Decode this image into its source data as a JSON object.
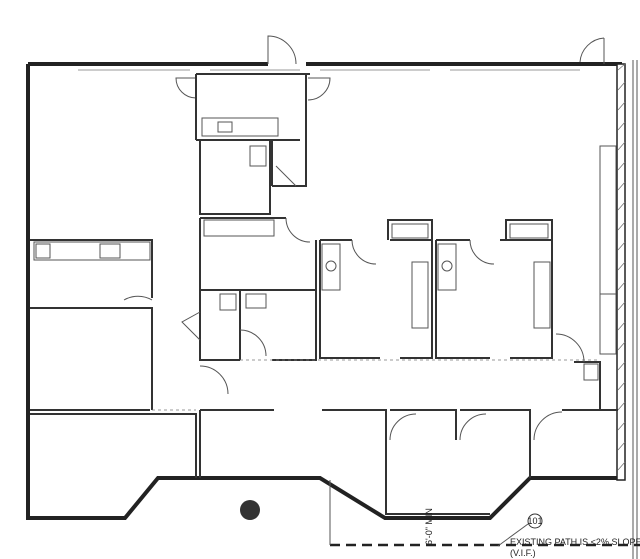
{
  "annotations": {
    "path_note_line1": "EXISTING PATH IS <2% SLOPE",
    "path_note_line2": "(V.I.F.)",
    "keynote_tag": "101",
    "clearance_dim": "6'-0\" MIN"
  }
}
